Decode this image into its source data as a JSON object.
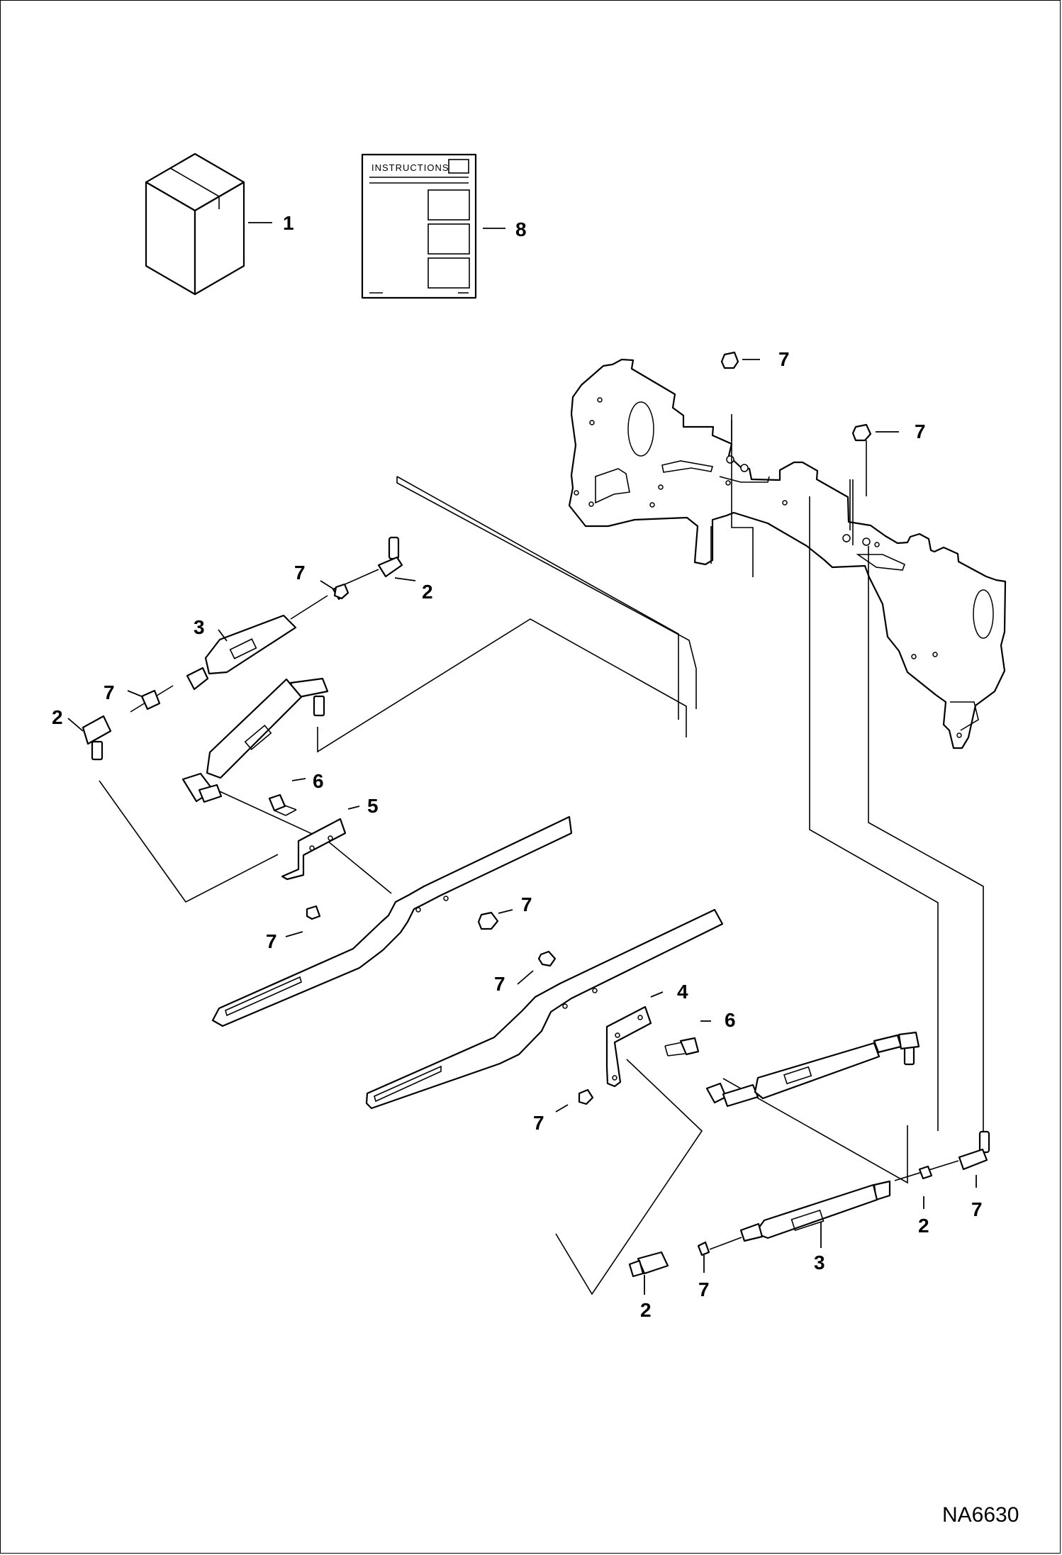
{
  "diagram": {
    "reference_code": "NA6630",
    "instructions_title": "INSTRUCTIONS",
    "callouts": [
      {
        "id": "c1",
        "label": "1"
      },
      {
        "id": "c8",
        "label": "8"
      },
      {
        "id": "c7a",
        "label": "7"
      },
      {
        "id": "c7b",
        "label": "7"
      },
      {
        "id": "c7c",
        "label": "7"
      },
      {
        "id": "c2a",
        "label": "2"
      },
      {
        "id": "c3a",
        "label": "3"
      },
      {
        "id": "c7d",
        "label": "7"
      },
      {
        "id": "c2b",
        "label": "2"
      },
      {
        "id": "c6a",
        "label": "6"
      },
      {
        "id": "c5",
        "label": "5"
      },
      {
        "id": "c7e",
        "label": "7"
      },
      {
        "id": "c7f",
        "label": "7"
      },
      {
        "id": "c7g",
        "label": "7"
      },
      {
        "id": "c4",
        "label": "4"
      },
      {
        "id": "c6b",
        "label": "6"
      },
      {
        "id": "c7h",
        "label": "7"
      },
      {
        "id": "c7i",
        "label": "7"
      },
      {
        "id": "c2c",
        "label": "2"
      },
      {
        "id": "c3b",
        "label": "3"
      },
      {
        "id": "c7j",
        "label": "7"
      },
      {
        "id": "c2d",
        "label": "2"
      }
    ]
  }
}
